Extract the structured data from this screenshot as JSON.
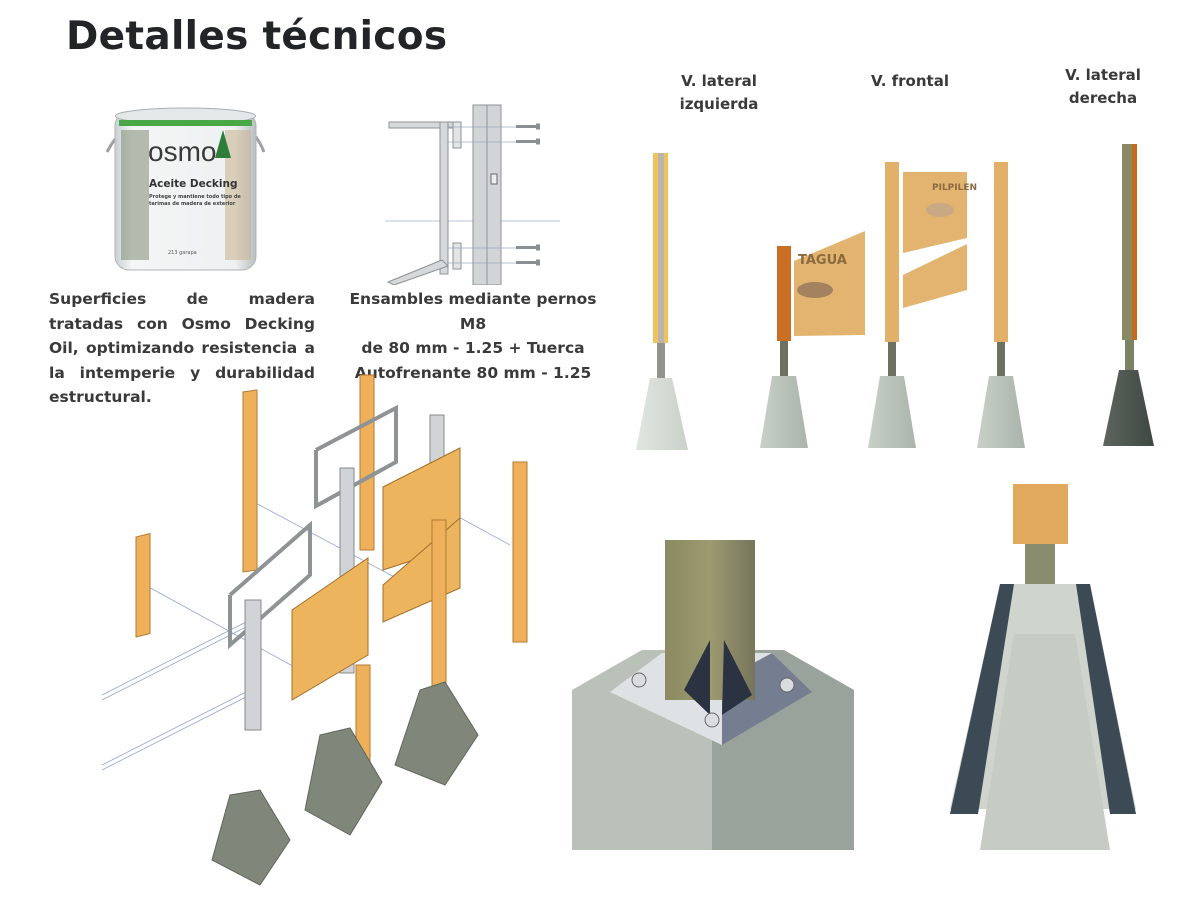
{
  "page": {
    "title": "Detalles técnicos"
  },
  "product": {
    "brand": "osmo",
    "name": "Aceite Decking",
    "tagline_line1": "Protege y mantiene todo tipo de",
    "tagline_line2": "tarimas de madera de exterior",
    "size": "213 garapa"
  },
  "descriptions": {
    "finish": "Superficies de madera tratadas con Osmo Decking Oil, optimizando resistencia a la intemperie y durabilidad estructural.",
    "assembly_line1": "Ensambles mediante pernos M8",
    "assembly_line2": "de 80 mm - 1.25 + Tuerca",
    "assembly_line3": "Autofrenante 80 mm - 1.25"
  },
  "views": {
    "left_line1": "V. lateral",
    "left_line2": "izquierda",
    "front": "V. frontal",
    "right_line1": "V. lateral",
    "right_line2": "derecha"
  },
  "signs": {
    "sign1": "TAGUA",
    "sign2": "PILPILEN"
  },
  "colors": {
    "wood": "#e9b060",
    "wood_dark": "#c8732a",
    "steel": "#b9bcbf",
    "concrete": "#7f877a",
    "concrete_light": "#cfd6cf",
    "post_green": "#8a8660",
    "title": "#222428",
    "osmo_green": "#3c9a3c"
  }
}
